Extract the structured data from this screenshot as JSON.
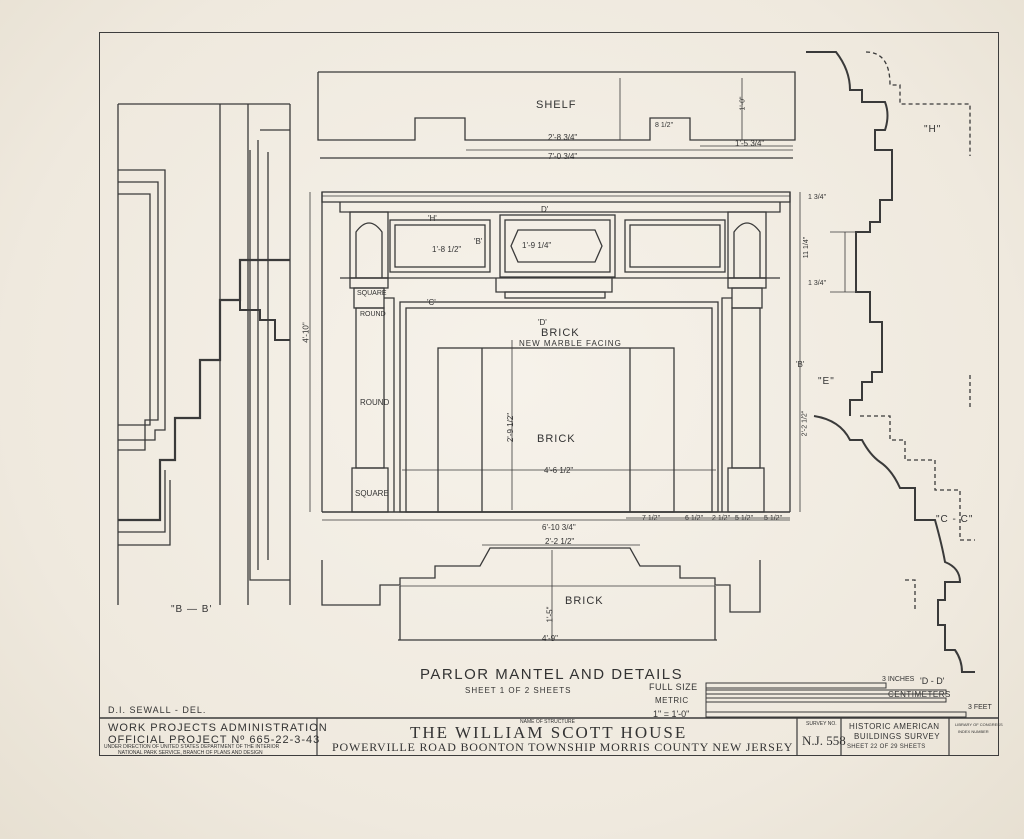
{
  "labels": {
    "shelf": "SHELF",
    "brick_top": "BRICK",
    "marble_facing": "NEW MARBLE FACING",
    "brick_center": "BRICK",
    "brick_plan": "BRICK",
    "square_top": "SQUARE",
    "round_top": "ROUND",
    "round_mid": "ROUND",
    "square_bottom": "SQUARE",
    "section_bb": "\"B — B'",
    "section_h": "\"H\"",
    "section_e": "\"E\"",
    "section_cc": "\"C - C\"",
    "mark_h": "'H'",
    "mark_d_top": "D'",
    "mark_b": "'B'",
    "mark_c": "'C'",
    "mark_d_mid": "'D'",
    "mark_b_right": "'B'"
  },
  "dimensions": {
    "shelf_depth": "2'-8 3/4\"",
    "shelf_width": "7'-0 3/4\"",
    "shelf_side": "1'-5 3/4\"",
    "shelf_step": "8 1/2\"",
    "shelf_height": "1'-0\"",
    "panel_left": "1'-8 1/2\"",
    "panel_center": "1'-9 1/4\"",
    "overall_height": "4'-10\"",
    "opening_height": "2'-9 1/2\"",
    "opening_width": "4'-6 1/2\"",
    "overall_width": "6'-10 3/4\"",
    "plan_top": "2'-2 1/2\"",
    "plan_bottom": "4'-9\"",
    "plan_depth": "1'-5\"",
    "right_1": "1 3/4\"",
    "right_2": "11 1/4\"",
    "right_3": "1 3/4\"",
    "right_4": "2'-2 1/2\"",
    "bottom_row": [
      "7 1/2\"",
      "6 1/2\"",
      "2 1/2\"",
      "5 1/2\"",
      "5 1/2\""
    ]
  },
  "sheet_title": {
    "main": "PARLOR MANTEL AND DETAILS",
    "sub": "SHEET 1 OF 2 SHEETS"
  },
  "scales": {
    "full_size": "FULL SIZE",
    "full_size_units": "3 INCHES",
    "section_label": "'D - D'",
    "centimeters": "CENTIMETERS",
    "metric": "METRIC",
    "metric_ratio": "1\" = 1'-0\"",
    "feet": "3 FEET"
  },
  "delineator": "D.I. SEWALL - DEL.",
  "title_block": {
    "agency_line1": "WORK PROJECTS ADMINISTRATION",
    "agency_line2": "OFFICIAL PROJECT Nº 665-22-3-43",
    "agency_line3": "UNDER DIRECTION OF UNITED STATES DEPARTMENT OF THE INTERIOR",
    "agency_line4": "NATIONAL PARK SERVICE, BRANCH OF PLANS AND DESIGN",
    "name_label": "NAME OF STRUCTURE",
    "structure_name": "THE WILLIAM SCOTT HOUSE",
    "location": "POWERVILLE ROAD   BOONTON TOWNSHIP   MORRIS COUNTY   NEW JERSEY",
    "survey_label": "SURVEY NO.",
    "survey_no": "N.J. 558",
    "habs_line1": "HISTORIC AMERICAN",
    "habs_line2": "BUILDINGS SURVEY",
    "sheet_of": "SHEET 22 OF 29 SHEETS",
    "library_line1": "LIBRARY OF CONGRESS",
    "library_line2": "INDEX NUMBER"
  }
}
